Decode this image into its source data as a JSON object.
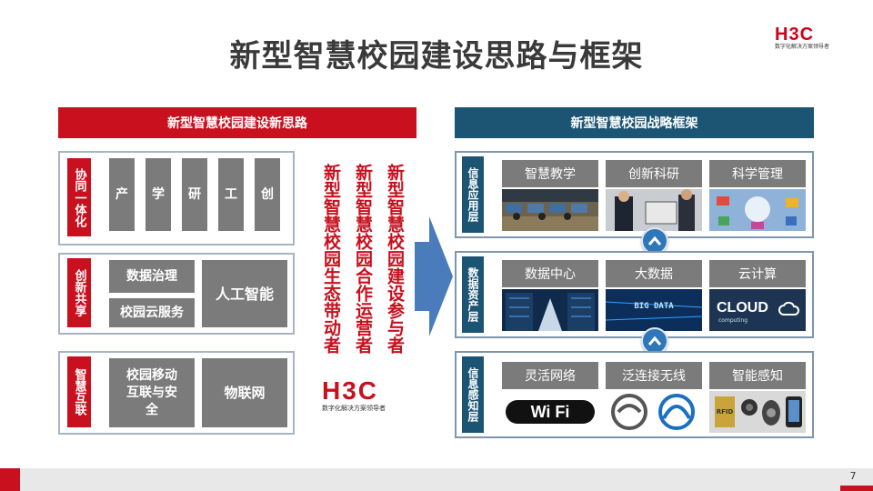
{
  "title": "新型智慧校园建设思路与框架",
  "logo": {
    "text": "H3C",
    "tagline": "数字化解决方案领导者"
  },
  "left_header": "新型智慧校园建设新思路",
  "right_header": "新型智慧校园战略框架",
  "left_rows": [
    {
      "tag": "协同一体化",
      "items": [
        "产",
        "学",
        "研",
        "工",
        "创"
      ]
    },
    {
      "tag": "创新共享",
      "items": [
        "数据治理",
        "校园云服务",
        "人工智能"
      ]
    },
    {
      "tag": "智慧互联",
      "items": [
        "校园移动互联与安全",
        "物联网"
      ]
    }
  ],
  "vertical_phrases": [
    "新型智慧校园生态带动者",
    "新型智慧校园合作运营者",
    "新型智慧校园建设参与者"
  ],
  "right_layers": [
    {
      "tag": "信息应用层",
      "items": [
        "智慧教学",
        "创新科研",
        "科学管理"
      ]
    },
    {
      "tag": "数据资产层",
      "items": [
        "数据中心",
        "大数据",
        "云计算"
      ]
    },
    {
      "tag": "信息感知层",
      "items": [
        "灵活网络",
        "泛连接无线",
        "智能感知"
      ]
    }
  ],
  "image_texts": {
    "bigdata": "BIG DATA",
    "cloud": "CLOUD",
    "cloud_sub": "computing",
    "wifi": "Wi Fi",
    "rfid": "RFID"
  },
  "page_number": "7",
  "colors": {
    "red": "#c8101e",
    "navy": "#1c5473",
    "gray": "#7b7b7b",
    "arrow_blue": "#4a7cbc"
  }
}
